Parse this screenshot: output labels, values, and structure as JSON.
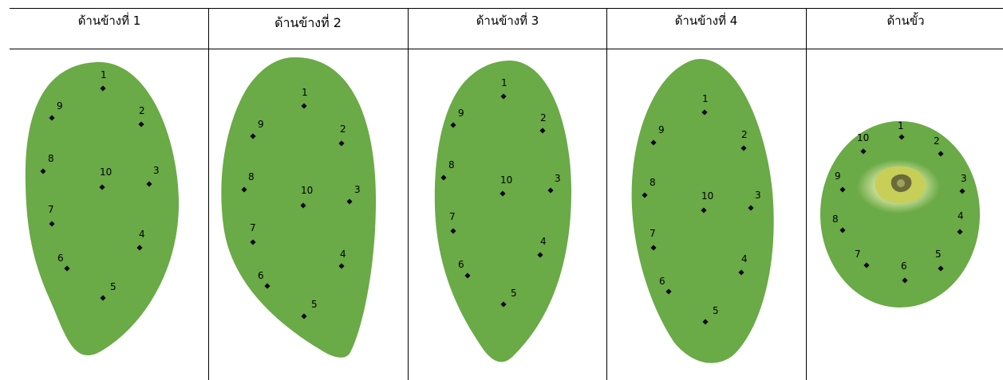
{
  "columns": [
    {
      "header": "ด้านข้างที่ 1",
      "shape": "side-1"
    },
    {
      "header": "ด้านข้างที่ 2",
      "shape": "side-2"
    },
    {
      "header": "ด้านข้างที่ 3",
      "shape": "side-3"
    },
    {
      "header": "ด้านข้างที่ 4",
      "shape": "side-4"
    },
    {
      "header": "ด้านขั้ว",
      "shape": "stem-end"
    }
  ],
  "point_labels": [
    "1",
    "2",
    "3",
    "4",
    "5",
    "6",
    "7",
    "8",
    "9",
    "10"
  ],
  "colors": {
    "fruit": "#6aaa47",
    "stem_scar": "#c7cf58",
    "stem_center": "#6a6b3a",
    "point": "#000000",
    "line": "#000000"
  }
}
